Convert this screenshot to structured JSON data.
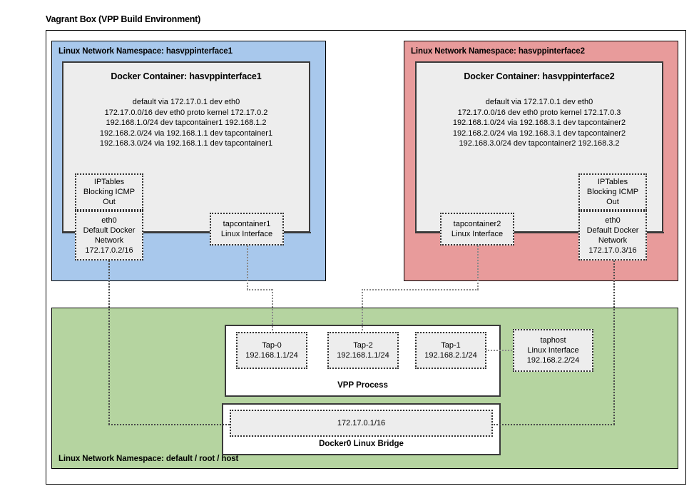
{
  "diagram": {
    "title": "Vagrant Box (VPP Build Environment)"
  },
  "namespaces": {
    "left": {
      "label": "Linux Network Namespace: hasvppinterface1",
      "color": "#a8c8ec"
    },
    "right": {
      "label": "Linux Network Namespace: hasvppinterface2",
      "color": "#e89b9b"
    },
    "host": {
      "label": "Linux Network Namespace: default / root / host",
      "color": "#b5d4a0"
    }
  },
  "containers": {
    "left": {
      "title": "Docker Container: hasvppinterface1",
      "routes": [
        "default via 172.17.0.1 dev eth0",
        "172.17.0.0/16 dev eth0 proto kernel 172.17.0.2",
        "192.168.1.0/24 dev tapcontainer1 192.168.1.2",
        "192.168.2.0/24 via 192.168.1.1 dev tapcontainer1",
        "192.168.3.0/24 via 192.168.1.1 dev tapcontainer1"
      ]
    },
    "right": {
      "title": "Docker Container: hasvppinterface2",
      "routes": [
        "default via 172.17.0.1 dev eth0",
        "172.17.0.0/16 dev eth0 proto kernel  172.17.0.3",
        "192.168.1.0/24 via 192.168.3.1 dev tapcontainer2",
        "192.168.2.0/24 via 192.168.3.1 dev tapcontainer2",
        "192.168.3.0/24 dev tapcontainer2 192.168.3.2"
      ]
    }
  },
  "interfaces": {
    "iptables_left": [
      "IPTables",
      "Blocking ICMP",
      "Out"
    ],
    "iptables_right": [
      "IPTables",
      "Blocking ICMP",
      "Out"
    ],
    "eth0_left": [
      "eth0",
      "Default Docker",
      "Network",
      "172.17.0.2/16"
    ],
    "eth0_right": [
      "eth0",
      "Default Docker",
      "Network",
      "172.17.0.3/16"
    ],
    "tapcontainer1": [
      "tapcontainer1",
      "Linux Interface"
    ],
    "tapcontainer2": [
      "tapcontainer2",
      "Linux Interface"
    ],
    "taphost": [
      "taphost",
      "Linux Interface",
      "192.168.2.2/24"
    ]
  },
  "vpp": {
    "process_label": "VPP Process",
    "taps": [
      {
        "name": "Tap-0",
        "address": "192.168.1.1/24"
      },
      {
        "name": "Tap-2",
        "address": "192.168.1.1/24"
      },
      {
        "name": "Tap-1",
        "address": "192.168.2.1/24"
      }
    ]
  },
  "bridge": {
    "label": "Docker0 Linux Bridge",
    "subnet": "172.17.0.1/16"
  }
}
